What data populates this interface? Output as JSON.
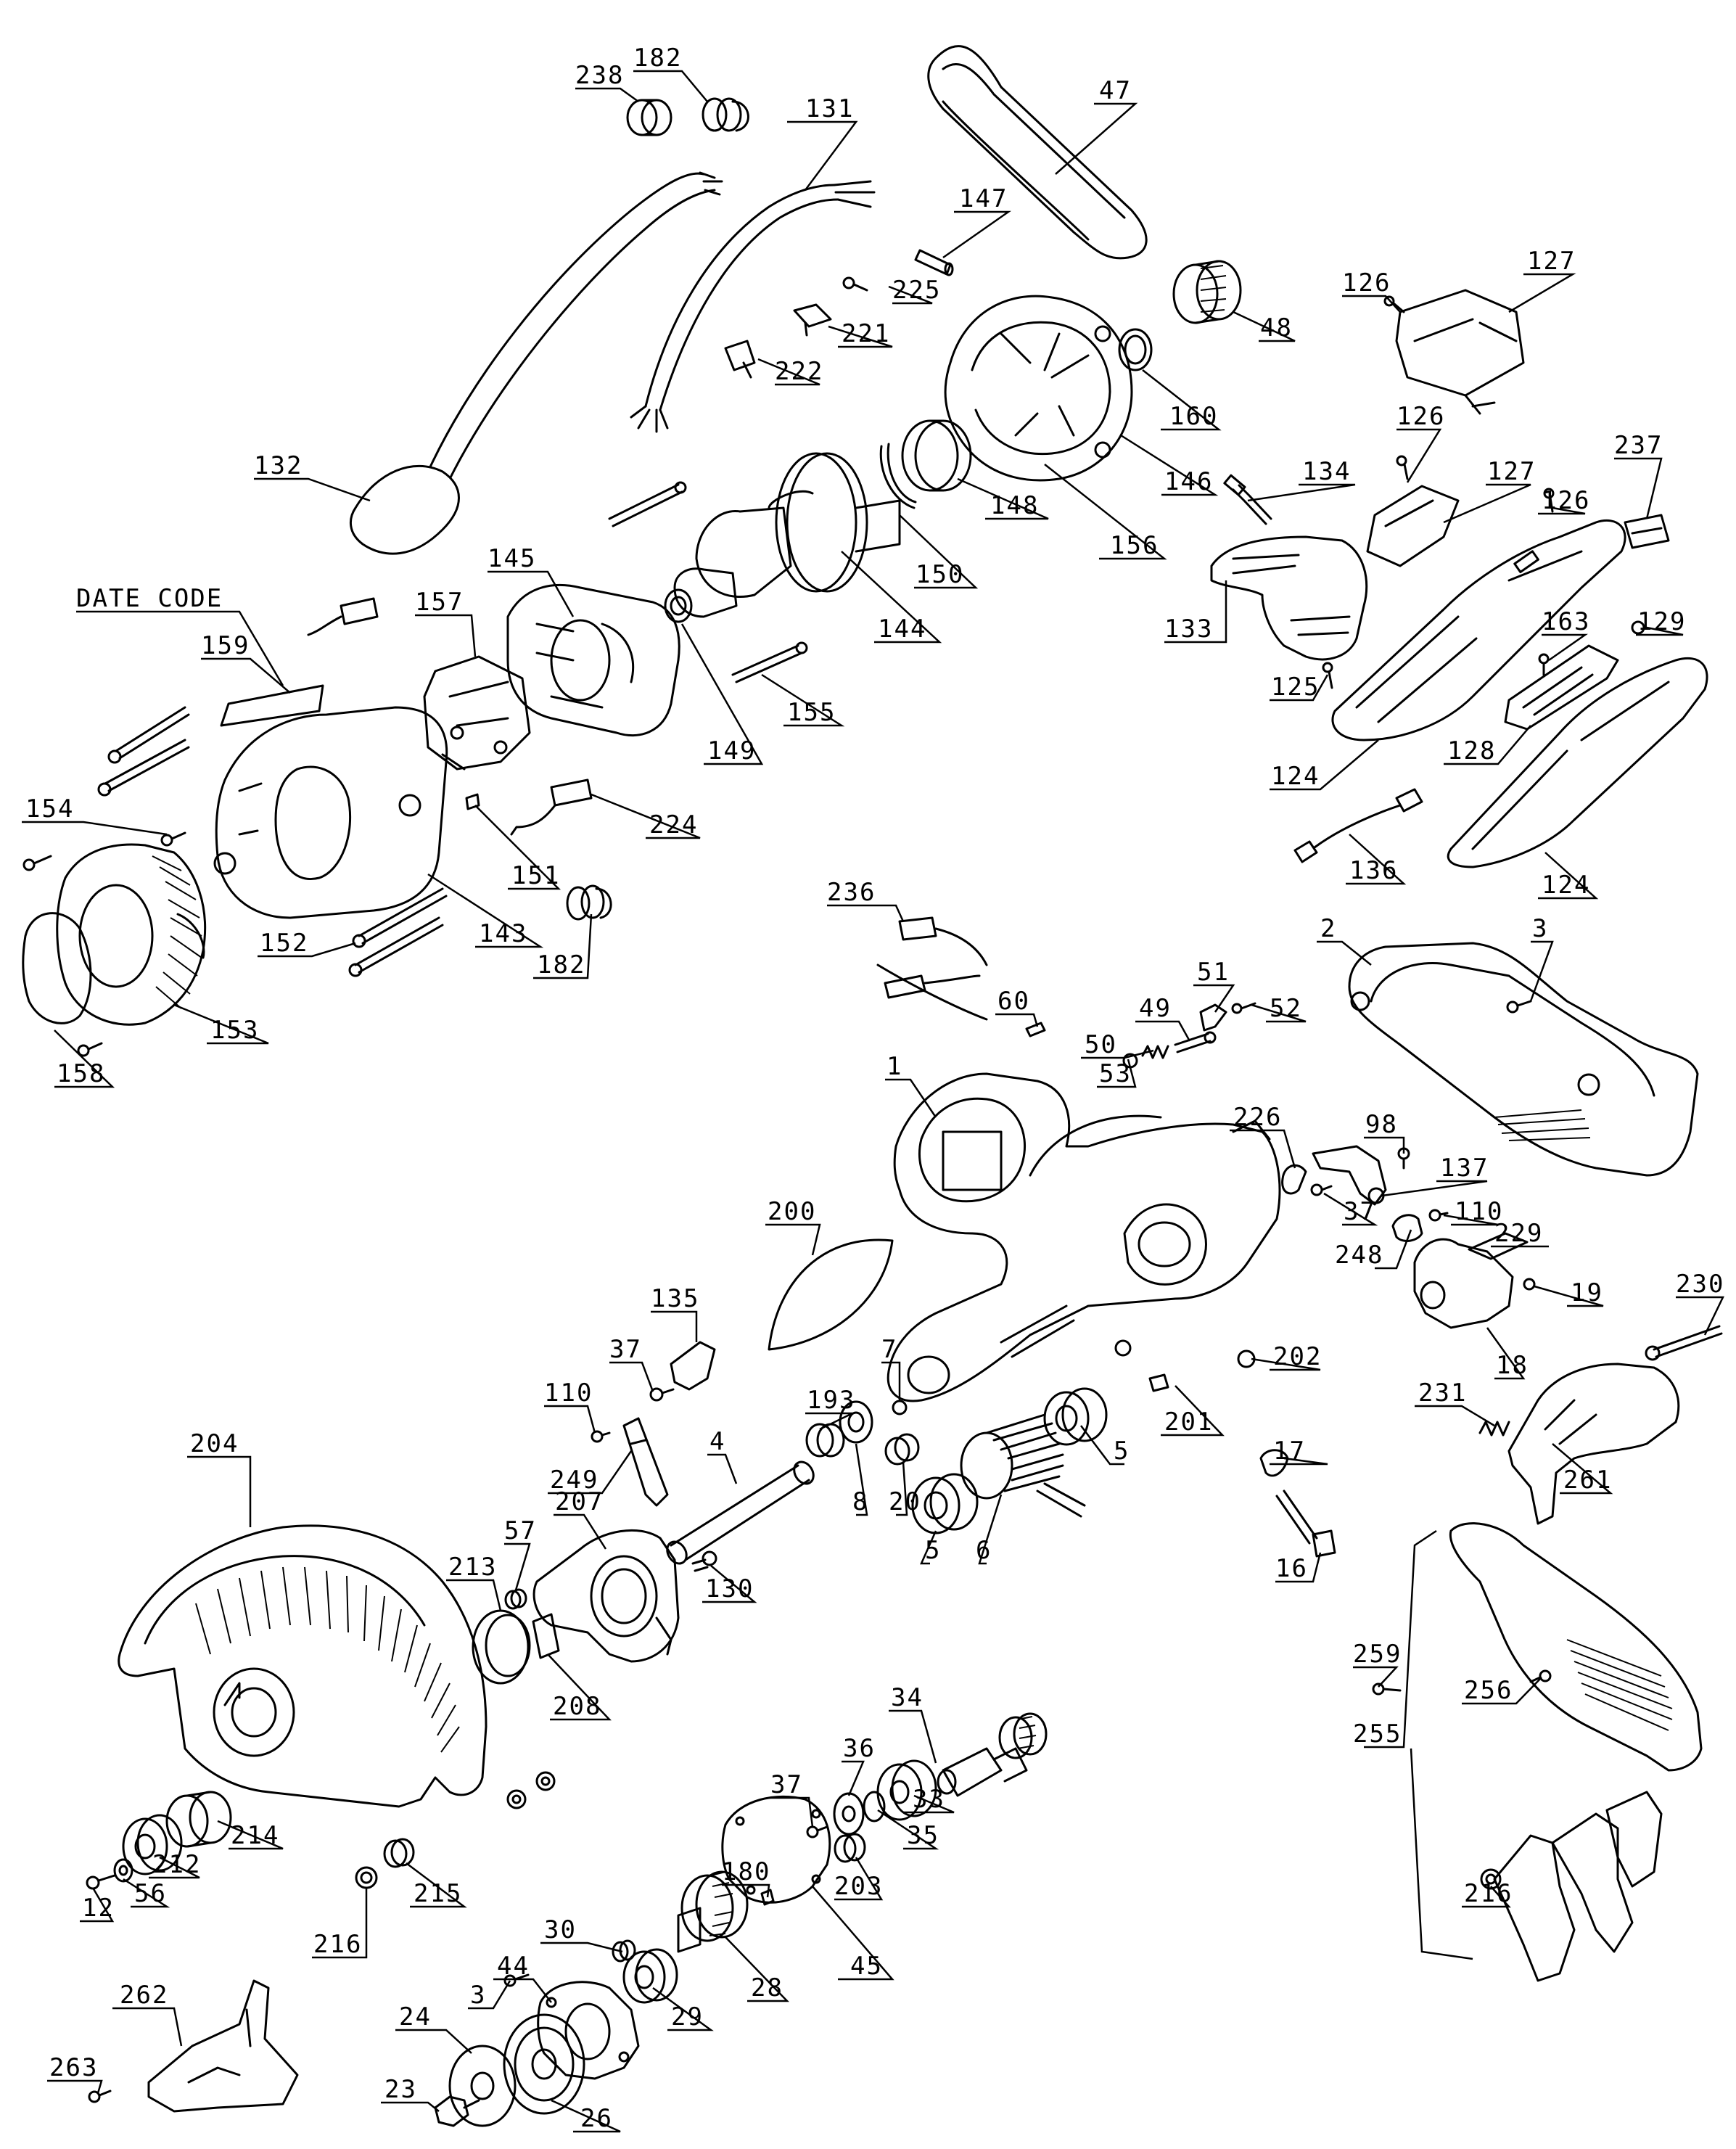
{
  "diagram": {
    "callouts": {
      "c238": "238",
      "c182a": "182",
      "c131": "131",
      "c47": "47",
      "c147": "147",
      "c225": "225",
      "c221": "221",
      "c222": "222",
      "c48": "48",
      "c127a": "127",
      "c126a": "126",
      "c160": "160",
      "c126b": "126",
      "c237": "237",
      "c127b": "127",
      "c126c": "126",
      "c134": "134",
      "c146": "146",
      "c148": "148",
      "c156": "156",
      "c132": "132",
      "c145": "145",
      "c150": "150",
      "c144": "144",
      "c133": "133",
      "c163": "163",
      "c129": "129",
      "c157": "157",
      "c125": "125",
      "c159": "159",
      "c155": "155",
      "c149": "149",
      "c124a": "124",
      "c128": "128",
      "c154": "154",
      "c224": "224",
      "c151": "151",
      "c143": "143",
      "c136": "136",
      "c124b": "124",
      "c152": "152",
      "c182b": "182",
      "c153": "153",
      "c158": "158",
      "c236": "236",
      "c2": "2",
      "c3a": "3",
      "c51": "51",
      "c49": "49",
      "c52": "52",
      "c60": "60",
      "c50": "50",
      "c53": "53",
      "c1": "1",
      "c226": "226",
      "c98": "98",
      "c137": "137",
      "c37a": "37",
      "c110a": "110",
      "c200": "200",
      "c248": "248",
      "c229": "229",
      "c19": "19",
      "c230": "230",
      "c135": "135",
      "c37b": "37",
      "c7": "7",
      "c202": "202",
      "c18": "18",
      "c110b": "110",
      "c193": "193",
      "c201": "201",
      "c231": "231",
      "c17": "17",
      "c4": "4",
      "c5a": "5",
      "c249": "249",
      "c8": "8",
      "c20": "20",
      "c261": "261",
      "c5b": "5",
      "c6": "6",
      "c204": "204",
      "c57": "57",
      "c207": "207",
      "c213": "213",
      "c130": "130",
      "c16": "16",
      "c208": "208",
      "c259": "259",
      "c256": "256",
      "c34": "34",
      "c36": "36",
      "c37c": "37",
      "c33": "33",
      "c214": "214",
      "c212": "212",
      "c35": "35",
      "c255": "255",
      "c180": "180",
      "c203": "203",
      "c56": "56",
      "c215": "215",
      "c12": "12",
      "c216a": "216",
      "c216b": "216",
      "c45": "45",
      "c30": "30",
      "c44": "44",
      "c3b": "3",
      "c28": "28",
      "c262": "262",
      "c24": "24",
      "c29": "29",
      "c263": "263",
      "c23": "23",
      "c26": "26"
    },
    "date_code_label": "DATE CODE"
  }
}
